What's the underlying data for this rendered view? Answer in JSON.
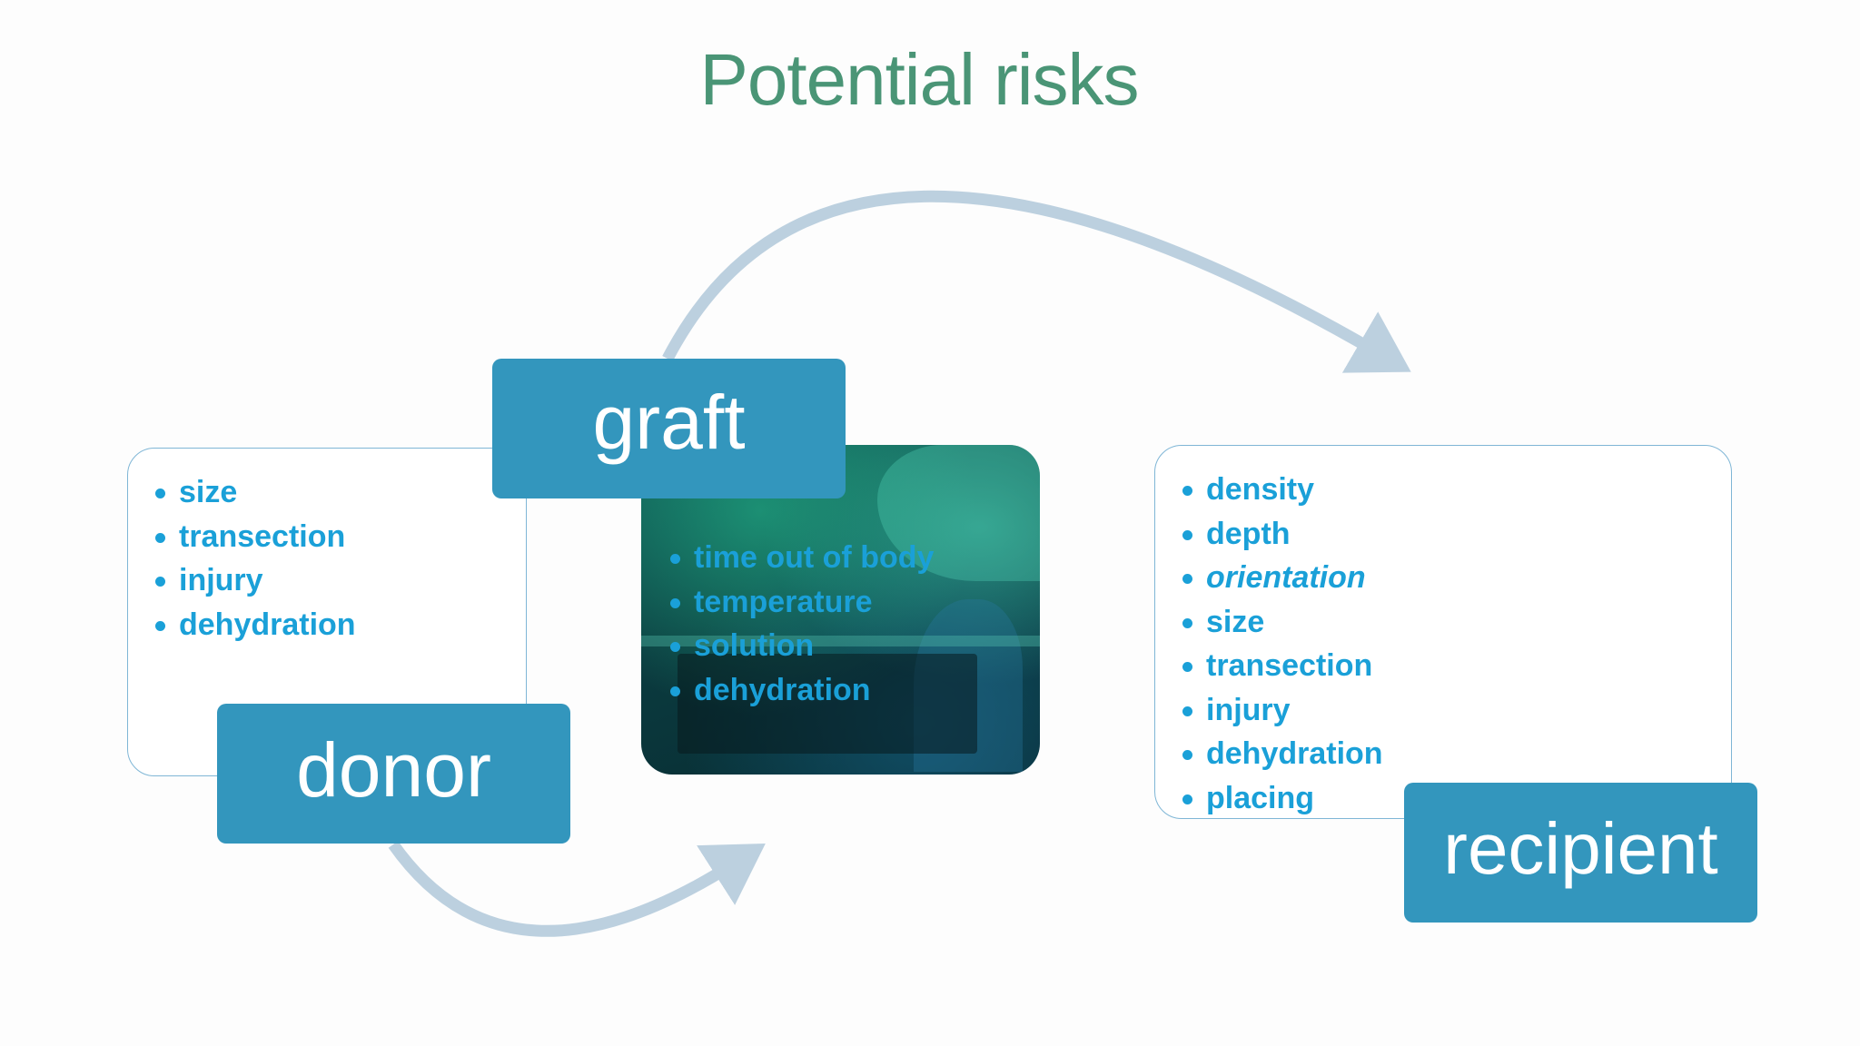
{
  "title": "Potential risks",
  "colors": {
    "title": "#4a9576",
    "label_box": "#3396bd",
    "bullet_text": "#1aa0d8",
    "arrow": "#bcd0df",
    "box_border": "#7fb6d6"
  },
  "donor": {
    "label": "donor",
    "risks": [
      "size",
      "transection",
      "injury",
      "dehydration"
    ]
  },
  "graft": {
    "label": "graft",
    "risks": [
      "time out of body",
      "temperature",
      "solution",
      "dehydration"
    ]
  },
  "recipient": {
    "label": "recipient",
    "risks": [
      "density",
      "depth",
      "orientation",
      "size",
      "transection",
      "injury",
      "dehydration",
      "placing"
    ]
  }
}
